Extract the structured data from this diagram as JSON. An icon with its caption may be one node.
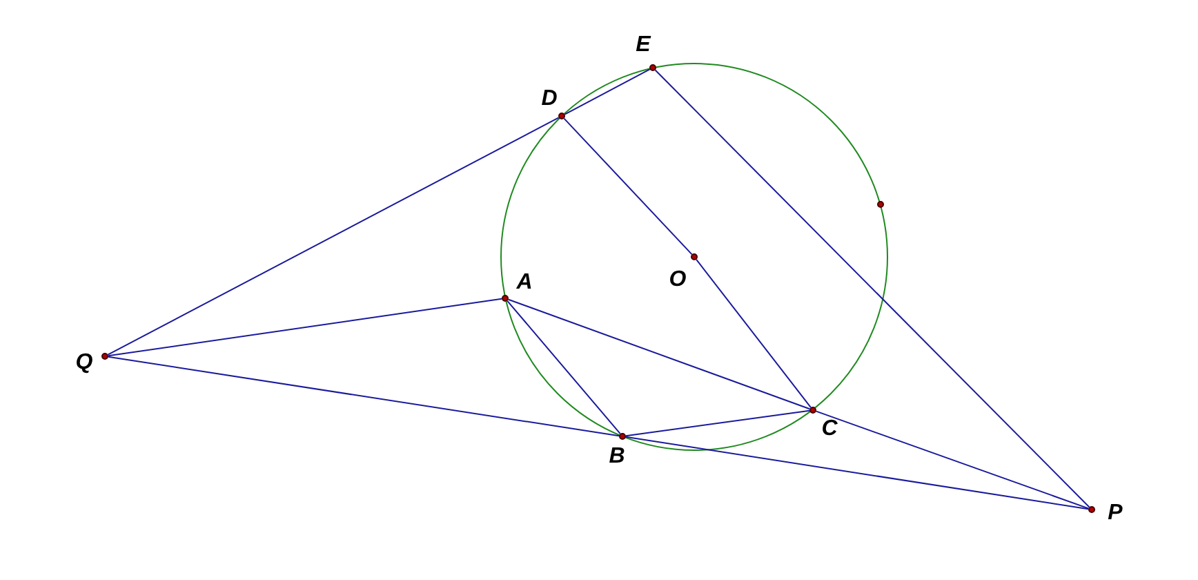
{
  "diagram": {
    "nodes": [
      {
        "text": [],
        "shape": "circle",
        "beside": [
          "E"
        ]
      },
      {
        "text": [],
        "shape": "circle",
        "beside": [
          "D"
        ]
      },
      {
        "text": [],
        "shape": "circle",
        "beside": [
          "A"
        ]
      },
      {
        "text": [],
        "shape": "circle",
        "beside": [
          "O"
        ]
      },
      {
        "text": [],
        "shape": "circle",
        "beside": [
          "Q"
        ]
      },
      {
        "text": [],
        "shape": "circle",
        "beside": [
          "B"
        ]
      },
      {
        "text": [],
        "shape": "circle",
        "beside": [
          "C"
        ]
      },
      {
        "text": [],
        "shape": "circle",
        "beside": [
          "P"
        ]
      },
      {
        "text": [],
        "shape": "circle"
      }
    ],
    "edges": [
      {
        "from": 4,
        "to": 1,
        "arrow": "none"
      },
      {
        "from": 1,
        "to": 0,
        "arrow": "none"
      },
      {
        "from": 4,
        "to": 2,
        "arrow": "none"
      },
      {
        "from": 4,
        "to": 5,
        "arrow": "none"
      },
      {
        "from": 5,
        "to": 7,
        "arrow": "none"
      },
      {
        "from": 2,
        "to": 6,
        "arrow": "none"
      },
      {
        "from": 6,
        "to": 7,
        "arrow": "none"
      },
      {
        "from": 2,
        "to": 5,
        "arrow": "none"
      },
      {
        "from": 5,
        "to": 6,
        "arrow": "none"
      },
      {
        "from": 1,
        "to": 3,
        "arrow": "none"
      },
      {
        "from": 3,
        "to": 6,
        "arrow": "none"
      },
      {
        "from": 0,
        "to": 7,
        "arrow": "none"
      }
    ]
  }
}
